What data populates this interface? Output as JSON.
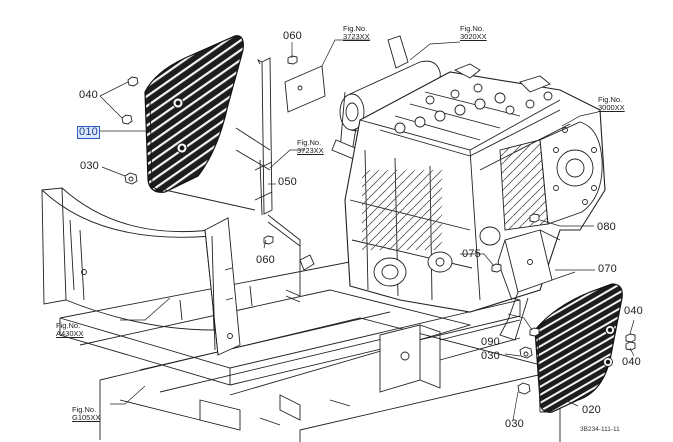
{
  "diagram": {
    "part_labels": {
      "p010": "010",
      "p020": "020",
      "p030a": "030",
      "p030b": "030",
      "p030c": "030",
      "p040a": "040",
      "p040b": "040",
      "p040c": "040",
      "p050": "050",
      "p060a": "060",
      "p060b": "060",
      "p070": "070",
      "p075": "075",
      "p080": "080",
      "p090": "090"
    },
    "fig_refs": {
      "f3723a": {
        "prefix": "Fig.No.",
        "code": "3723XX"
      },
      "f3723b": {
        "prefix": "Fig.No.",
        "code": "3723XX"
      },
      "f3020": {
        "prefix": "Fig.No.",
        "code": "3020XX"
      },
      "f3000": {
        "prefix": "Fig.No.",
        "code": "3000XX"
      },
      "fA430": {
        "prefix": "Fig.No.",
        "code": "A430XX"
      },
      "fG105": {
        "prefix": "Fig.No.",
        "code": "G105XX"
      }
    },
    "drawing_code": "3B234-111-11",
    "selected_part": "010",
    "colors": {
      "line": "#222222",
      "selection": "#2b5fc4",
      "background": "#ffffff"
    }
  }
}
